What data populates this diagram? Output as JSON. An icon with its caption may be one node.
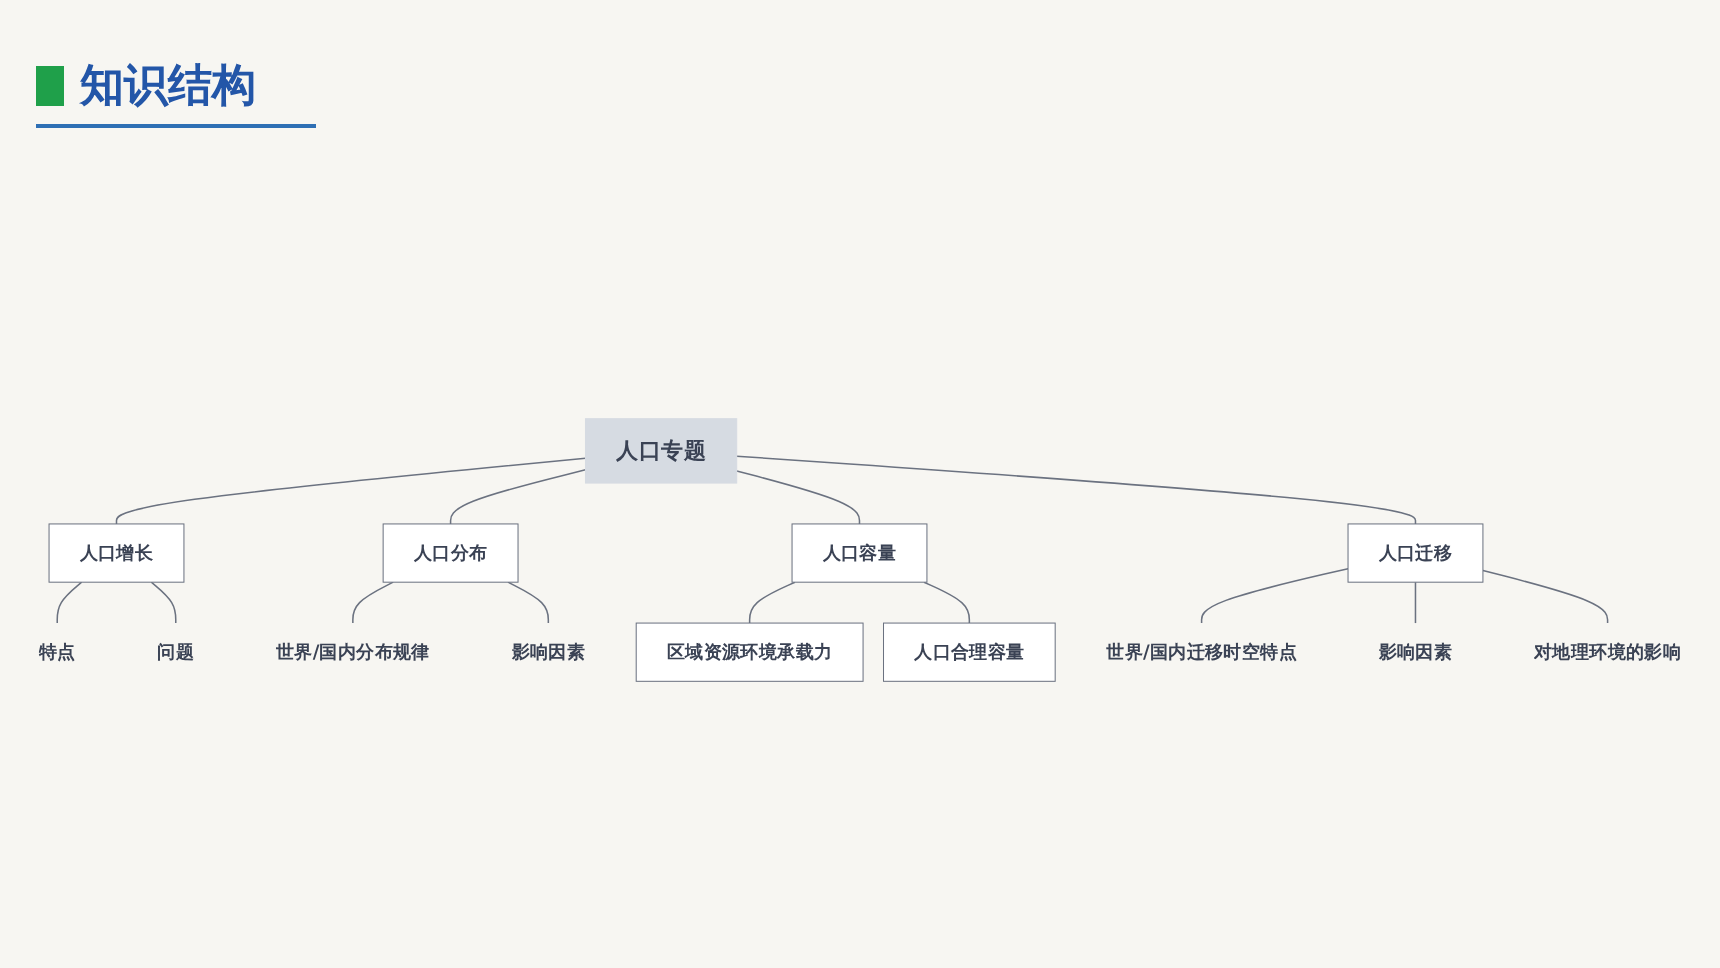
{
  "diagram": {
    "title": "知识结构",
    "nodes": [
      {
        "text": [
          "人口专题"
        ]
      },
      {
        "text": [
          "人口增长"
        ]
      },
      {
        "text": [
          "特点"
        ]
      },
      {
        "text": [
          "问题"
        ]
      },
      {
        "text": [
          "人口分布"
        ]
      },
      {
        "text": [
          "世界/国内分布规律"
        ]
      },
      {
        "text": [
          "影响因素"
        ]
      },
      {
        "text": [
          "人口容量"
        ]
      },
      {
        "text": [
          "区域资源环境承载力"
        ]
      },
      {
        "text": [
          "人口合理容量"
        ]
      },
      {
        "text": [
          "人口迁移"
        ]
      },
      {
        "text": [
          "世界/国内迁移时空特点"
        ]
      },
      {
        "text": [
          "影响因素"
        ]
      },
      {
        "text": [
          "对地理环境的影响"
        ]
      }
    ],
    "edges": [
      {
        "from": 0,
        "to": 1,
        "arrow": "none"
      },
      {
        "from": 1,
        "to": 2,
        "arrow": "none"
      },
      {
        "from": 1,
        "to": 3,
        "arrow": "none"
      },
      {
        "from": 0,
        "to": 4,
        "arrow": "none"
      },
      {
        "from": 4,
        "to": 5,
        "arrow": "none"
      },
      {
        "from": 4,
        "to": 6,
        "arrow": "none"
      },
      {
        "from": 0,
        "to": 7,
        "arrow": "none"
      },
      {
        "from": 7,
        "to": 8,
        "arrow": "none"
      },
      {
        "from": 7,
        "to": 9,
        "arrow": "none"
      },
      {
        "from": 0,
        "to": 10,
        "arrow": "none"
      },
      {
        "from": 10,
        "to": 11,
        "arrow": "none"
      },
      {
        "from": 10,
        "to": 12,
        "arrow": "none"
      },
      {
        "from": 10,
        "to": 13,
        "arrow": "none"
      }
    ]
  }
}
